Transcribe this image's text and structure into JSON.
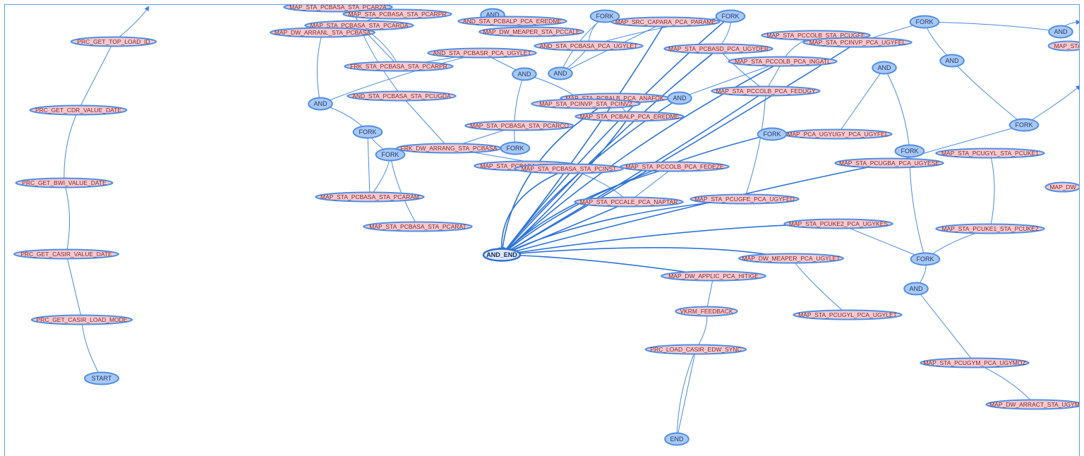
{
  "diagram": {
    "nodes": [
      {
        "id": "prc_top",
        "label": "PRC_GET_TOP_LOAD_ID",
        "kind": "task"
      },
      {
        "id": "prc_cdr",
        "label": "PRC_GET_CDR_VALUE_DATE",
        "kind": "task"
      },
      {
        "id": "prc_bwi",
        "label": "PRC_GET_BWI_VALUE_DATE",
        "kind": "task"
      },
      {
        "id": "prc_casir_vd",
        "label": "PRC_GET_CASIR_VALUE_DATE",
        "kind": "task"
      },
      {
        "id": "prc_casir_lm",
        "label": "PRC_GET_CASIR_LOAD_MODE",
        "kind": "task"
      },
      {
        "id": "start",
        "label": "START",
        "kind": "ctrl"
      },
      {
        "id": "n_car2a",
        "label": "MAP_STA_PCBASA_STA_PCAR2A",
        "kind": "task"
      },
      {
        "id": "n_carpr",
        "label": "MAP_STA_PCBASA_STA_PCARPR",
        "kind": "task"
      },
      {
        "id": "n_carda",
        "label": "MAP_STA_PCBASA_STA_PCARDA",
        "kind": "task"
      },
      {
        "id": "n_arranl",
        "label": "MAP_DW_ARRANL_STA_PCBASA",
        "kind": "task"
      },
      {
        "id": "and1",
        "label": "AND",
        "kind": "ctrl"
      },
      {
        "id": "and_eredme",
        "label": "AND_STA_PCBALP_PCA_EREDME",
        "kind": "task"
      },
      {
        "id": "n_meaper_sta",
        "label": "MAP_DW_MEAPER_STA_PCCALE",
        "kind": "task"
      },
      {
        "id": "fork1",
        "label": "FORK",
        "kind": "ctrl"
      },
      {
        "id": "n_capara",
        "label": "MAP_SRC_CAPARA_PCA_PARAME",
        "kind": "task"
      },
      {
        "id": "fork2",
        "label": "FORK",
        "kind": "ctrl"
      },
      {
        "id": "and_basr",
        "label": "AND_STA_PCBASR_PCA_UGYLET",
        "kind": "task"
      },
      {
        "id": "and_basa_ugylet",
        "label": "AND_STA_PCBASA_PCA_UGYLET",
        "kind": "task"
      },
      {
        "id": "n_basd",
        "label": "MAP_STA_PCBASD_PCA_UGYDER",
        "kind": "task"
      },
      {
        "id": "n_ccolb_ugfe",
        "label": "MAP_STA_PCCOLB_STA_PCUGFE",
        "kind": "task"
      },
      {
        "id": "n_cinvp_ugyfel",
        "label": "MAP_STA_PCINVP_PCA_UGYFEL",
        "kind": "task"
      },
      {
        "id": "fork3",
        "label": "FORK",
        "kind": "ctrl"
      },
      {
        "id": "and_tr",
        "label": "AND",
        "kind": "ctrl"
      },
      {
        "id": "n_map_sta_edge",
        "label": "MAP_STA",
        "kind": "task"
      },
      {
        "id": "frk_carpr",
        "label": "FRK_STA_PCBASA_STA_PCARPR",
        "kind": "task"
      },
      {
        "id": "and2",
        "label": "AND",
        "kind": "ctrl"
      },
      {
        "id": "and3",
        "label": "AND",
        "kind": "ctrl"
      },
      {
        "id": "n_ingatl",
        "label": "MAP_STA_PCCOLB_PCA_INGATL",
        "kind": "task"
      },
      {
        "id": "and4",
        "label": "AND",
        "kind": "ctrl"
      },
      {
        "id": "and5",
        "label": "AND",
        "kind": "ctrl"
      },
      {
        "id": "and_cugda",
        "label": "AND_STA_PCBASA_STA_PCUGDA",
        "kind": "task"
      },
      {
        "id": "and6",
        "label": "AND",
        "kind": "ctrl"
      },
      {
        "id": "n_balb",
        "label": "MAP_STA_PCBALB_PCA_ANAFOK",
        "kind": "task"
      },
      {
        "id": "and7",
        "label": "AND",
        "kind": "ctrl"
      },
      {
        "id": "n_fedugy",
        "label": "MAP_STA_PCCOLB_PCA_FEDUGY",
        "kind": "task"
      },
      {
        "id": "n_cinv2",
        "label": "MAP_STA_PCINVP_STA_PCINV2",
        "kind": "task"
      },
      {
        "id": "n_balp_eredme",
        "label": "MAP_STA_PCBALP_PCA_EREDME",
        "kind": "task"
      },
      {
        "id": "fork4",
        "label": "FORK",
        "kind": "ctrl"
      },
      {
        "id": "n_carco",
        "label": "MAP_STA_PCBASA_STA_PCARCO",
        "kind": "task"
      },
      {
        "id": "fork5",
        "label": "FORK",
        "kind": "ctrl"
      },
      {
        "id": "n_ugyugy",
        "label": "MAP_PCA_UGYUGY_PCA_UGYFEL",
        "kind": "task"
      },
      {
        "id": "fork6",
        "label": "FORK",
        "kind": "ctrl"
      },
      {
        "id": "fork7",
        "label": "FORK",
        "kind": "ctrl"
      },
      {
        "id": "frk_arrang",
        "label": "FRK_DW_ARRANG_STA_PCBASA",
        "kind": "task"
      },
      {
        "id": "fork8",
        "label": "FORK",
        "kind": "ctrl"
      },
      {
        "id": "fork9",
        "label": "FORK",
        "kind": "ctrl"
      },
      {
        "id": "n_cugyl_uke1",
        "label": "MAP_STA_PCUGYL_STA_PCUKE1",
        "kind": "task"
      },
      {
        "id": "n_cugba",
        "label": "MAP_STA_PCUGBA_PCA_UGYESE",
        "kind": "task"
      },
      {
        "id": "n_pcbasa_hidden",
        "label": "MAP_STA_PCBASA_STA_PCLAE",
        "kind": "task"
      },
      {
        "id": "n_pcinst",
        "label": "MAP_STA_PCBASA_STA_PCINST",
        "kind": "task"
      },
      {
        "id": "n_fedeze",
        "label": "MAP_STA_PCCOLB_PCA_FEDEZE",
        "kind": "task"
      },
      {
        "id": "n_map_dw_edge",
        "label": "MAP_DW",
        "kind": "task"
      },
      {
        "id": "n_caram",
        "label": "MAP_STA_PCBASA_STA_PCARAM",
        "kind": "task"
      },
      {
        "id": "n_naptar",
        "label": "MAP_STA_PCCALE_PCA_NAPTAR",
        "kind": "task"
      },
      {
        "id": "n_ugyfed",
        "label": "MAP_STA_PCUGFE_PCA_UGYFED",
        "kind": "task"
      },
      {
        "id": "n_carat",
        "label": "MAP_STA_PCBASA_STA_PCARAT",
        "kind": "task"
      },
      {
        "id": "n_uke2_ugykes",
        "label": "MAP_STA_PCUKE2_PCA_UGYKES",
        "kind": "task"
      },
      {
        "id": "n_uke1_uke2",
        "label": "MAP_STA_PCUKE1_STA_PCUKE2",
        "kind": "task"
      },
      {
        "id": "and_end",
        "label": "AND_END",
        "kind": "main"
      },
      {
        "id": "n_meaper_ugylet",
        "label": "MAP_DW_MEAPER_PCA_UGYLET",
        "kind": "task"
      },
      {
        "id": "fork10",
        "label": "FORK",
        "kind": "ctrl"
      },
      {
        "id": "n_applic",
        "label": "MAP_DW_APPLIC_PCA_HITIGE",
        "kind": "task"
      },
      {
        "id": "and8",
        "label": "AND",
        "kind": "ctrl"
      },
      {
        "id": "vkrm",
        "label": "VKRM_FEEDBACK",
        "kind": "task"
      },
      {
        "id": "n_cugyl_ugylet",
        "label": "MAP_STA_PCUGYL_PCA_UGYLET",
        "kind": "task"
      },
      {
        "id": "prc_load",
        "label": "PRC_LOAD_CASIR_EDW_SYNC",
        "kind": "task"
      },
      {
        "id": "n_cugym",
        "label": "MAP_STA_PCUGYM_PCA_UGYMOZ",
        "kind": "task"
      },
      {
        "id": "n_arract",
        "label": "MAP_DW_ARRACT_STA_UGYM",
        "kind": "task"
      },
      {
        "id": "end",
        "label": "END",
        "kind": "ctrl"
      }
    ]
  }
}
